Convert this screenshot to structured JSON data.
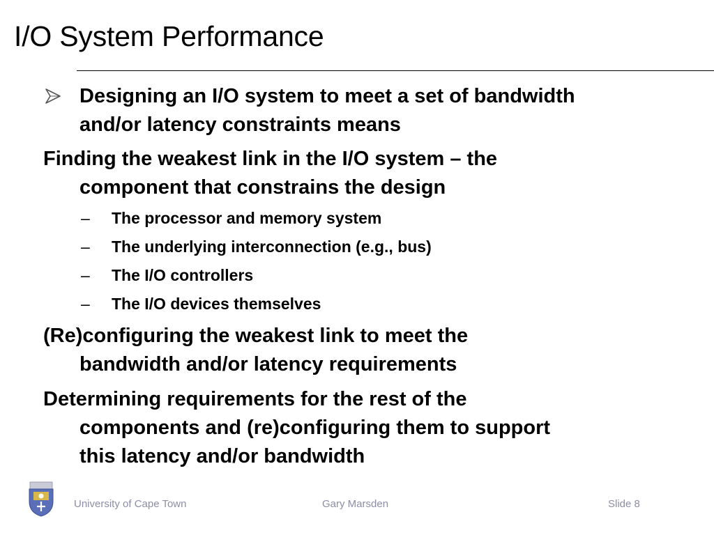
{
  "slide": {
    "title": "I/O System Performance",
    "intro": {
      "line1": "Designing an I/O system to meet a set of bandwidth",
      "line2": "and/or latency constraints means"
    },
    "finding": {
      "line1": "Finding the weakest link in the I/O system – the",
      "line2": "component that constrains the design"
    },
    "sub_items": [
      {
        "dash": "–",
        "label": "The processor and memory system"
      },
      {
        "dash": "–",
        "label": "The underlying interconnection (e.g., bus)"
      },
      {
        "dash": "–",
        "label": "The I/O controllers"
      },
      {
        "dash": "–",
        "label": "The I/O devices themselves"
      }
    ],
    "reconfig": {
      "line1": "(Re)configuring the weakest link to meet the",
      "line2": "bandwidth and/or latency requirements"
    },
    "determining": {
      "line1": "Determining requirements for the rest of the",
      "line2": "components and (re)configuring them to support",
      "line3": "this latency and/or bandwidth"
    }
  },
  "footer": {
    "institution": "University of Cape Town",
    "author": "Gary Marsden",
    "slide_number": "Slide 8"
  },
  "colors": {
    "footer_text": "#8d8da6",
    "logo_blue": "#5a6fb8",
    "logo_gold": "#d8b84a"
  },
  "icons": {
    "bullet": "arrow-bullet-icon",
    "logo": "university-crest-logo"
  }
}
